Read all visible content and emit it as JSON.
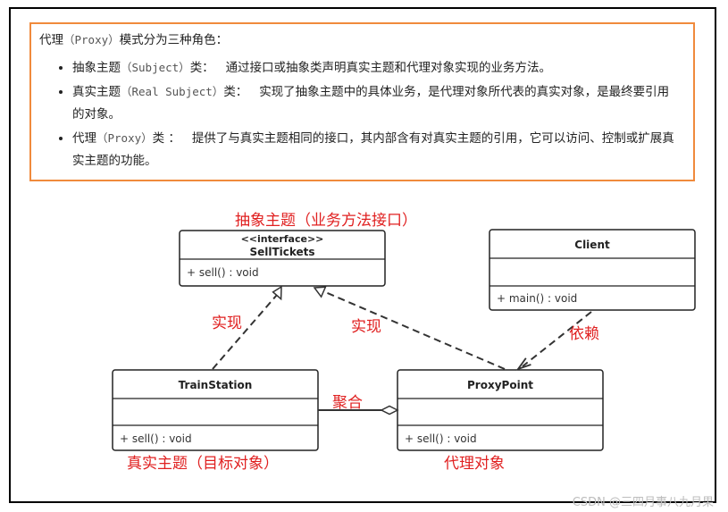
{
  "description": {
    "title_prefix": "代理",
    "title_code": "（Proxy）",
    "title_suffix": "模式分为三种角色：",
    "items": [
      {
        "term": "抽象主题",
        "code": "（Subject）",
        "role": "类：",
        "text": "通过接口或抽象类声明真实主题和代理对象实现的业务方法。"
      },
      {
        "term": "真实主题",
        "code": "（Real Subject）",
        "role": "类：",
        "text": "实现了抽象主题中的具体业务，是代理对象所代表的真实对象，是最终要引用的对象。"
      },
      {
        "term": "代理",
        "code": "（Proxy）",
        "role": "类 ：",
        "text": "提供了与真实主题相同的接口，其内部含有对真实主题的引用，它可以访问、控制或扩展真实主题的功能。"
      }
    ]
  },
  "classes": {
    "sell_tickets": {
      "stereotype": "<<interface>>",
      "name": "SellTickets",
      "method": "+ sell() : void"
    },
    "client": {
      "name": "Client",
      "method": "+ main() : void"
    },
    "train_station": {
      "name": "TrainStation",
      "method": "+ sell() : void"
    },
    "proxy_point": {
      "name": "ProxyPoint",
      "method": "+ sell() : void"
    }
  },
  "annotations": {
    "abstract_subject": "抽象主题（业务方法接口）",
    "implements_left": "实现",
    "implements_right": "实现",
    "depends": "依赖",
    "aggregation": "聚合",
    "real_subject": "真实主题（目标对象）",
    "proxy_object": "代理对象"
  },
  "watermark": "CSDN @三四月事八九月果",
  "colors": {
    "frame": "#000000",
    "description_border": "#f08a3c",
    "annotation": "#e02020"
  }
}
